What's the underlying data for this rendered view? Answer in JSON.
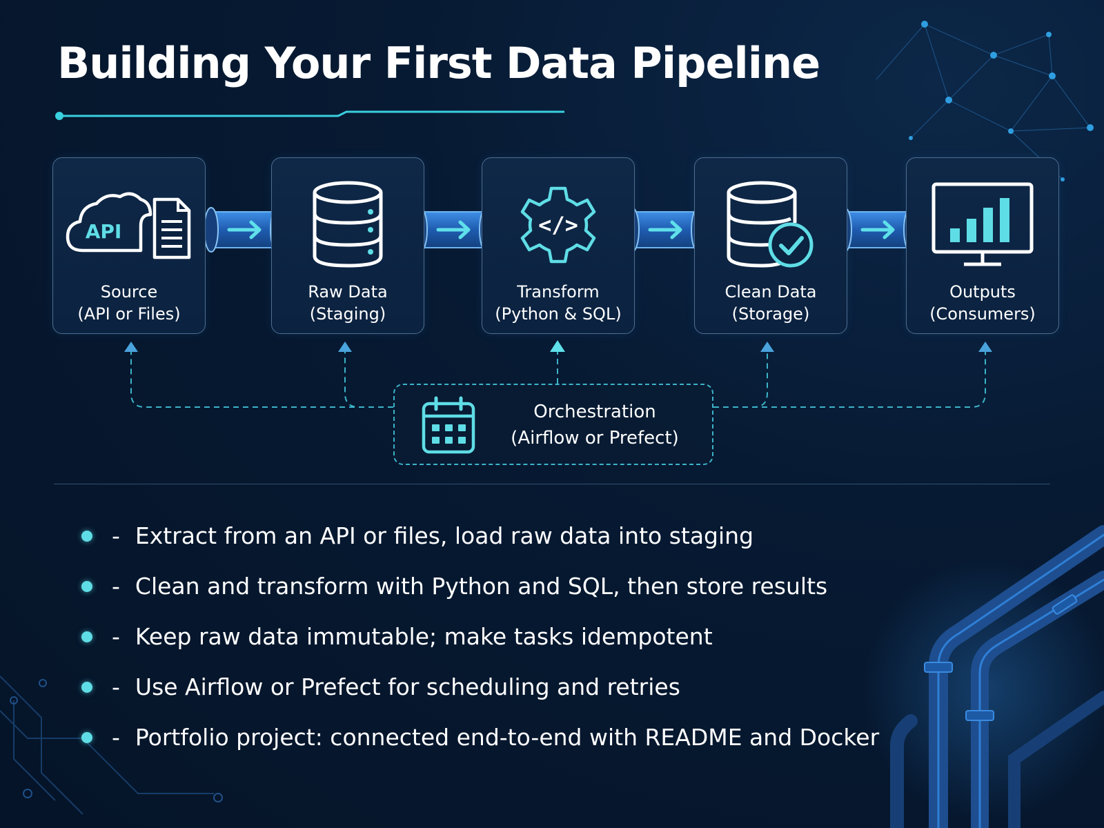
{
  "title": "Building Your First Data Pipeline",
  "stages": [
    {
      "line1": "Source",
      "line2": "(API or Files)",
      "icon": "cloud-api-file-icon",
      "badge": "API"
    },
    {
      "line1": "Raw Data",
      "line2": "(Staging)",
      "icon": "database-icon"
    },
    {
      "line1": "Transform",
      "line2": "(Python & SQL)",
      "icon": "gear-code-icon",
      "badge": "</>"
    },
    {
      "line1": "Clean Data",
      "line2": "(Storage)",
      "icon": "database-check-icon"
    },
    {
      "line1": "Outputs",
      "line2": "(Consumers)",
      "icon": "monitor-chart-icon"
    }
  ],
  "orchestration": {
    "line1": "Orchestration",
    "line2": "(Airflow or Prefect)",
    "icon": "calendar-icon"
  },
  "bullets": [
    {
      "marker": "-",
      "text": "Extract from an API or files, load raw data into staging"
    },
    {
      "marker": "-",
      "text": "Clean and transform with Python and SQL, then store results"
    },
    {
      "marker": "-",
      "text": "Keep raw data immutable; make tasks idempotent"
    },
    {
      "marker": "-",
      "text": "Use Airflow or Prefect for scheduling and retries"
    },
    {
      "marker": "-",
      "text": "Portfolio project: connected end-to-end with README and Docker"
    }
  ],
  "colors": {
    "accent": "#5fdde6",
    "box_border": "#4d6f92",
    "background": "#071a33",
    "pipe": "#2a63b8"
  }
}
